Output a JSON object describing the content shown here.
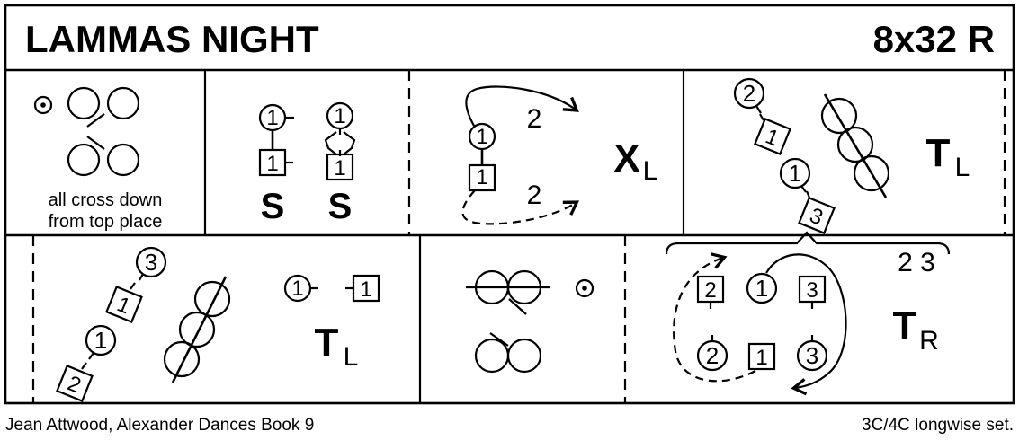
{
  "header": {
    "title": "LAMMAS NIGHT",
    "repeat_code": "8x32 R"
  },
  "footer": {
    "credit": "Jean Attwood, Alexander Dances Book 9",
    "set_type": "3C/4C longwise set."
  },
  "colors": {
    "ink": "#000000",
    "paper": "#ffffff"
  },
  "panels": {
    "p1_cross_down": {
      "caption_line1": "all cross down",
      "caption_line2": "from top place"
    },
    "p2_set": {
      "fig1_circle": "1",
      "fig1_square": "1",
      "fig2_circle": "1",
      "fig2_square": "1",
      "label1": "S",
      "label2": "S"
    },
    "p3_cross": {
      "circle": "1",
      "square": "1",
      "upper_count": "2",
      "lower_count": "2",
      "symbol": "X",
      "subscript": "L"
    },
    "p4_turn_left": {
      "circle2": "2",
      "square1": "1",
      "circle1": "1",
      "square3": "3",
      "symbol": "T",
      "subscript": "L"
    },
    "p5_turn_left": {
      "circle3": "3",
      "square1": "1",
      "circle1": "1",
      "square2": "2",
      "pair_circle": "1",
      "pair_square": "1",
      "symbol": "T",
      "subscript": "L"
    },
    "p7_turn_right": {
      "bars": "2 3",
      "top_square2": "2",
      "top_circle1": "1",
      "top_square3": "3",
      "bottom_circle2": "2",
      "bottom_square1": "1",
      "bottom_circle3": "3",
      "symbol": "T",
      "subscript": "R"
    }
  }
}
